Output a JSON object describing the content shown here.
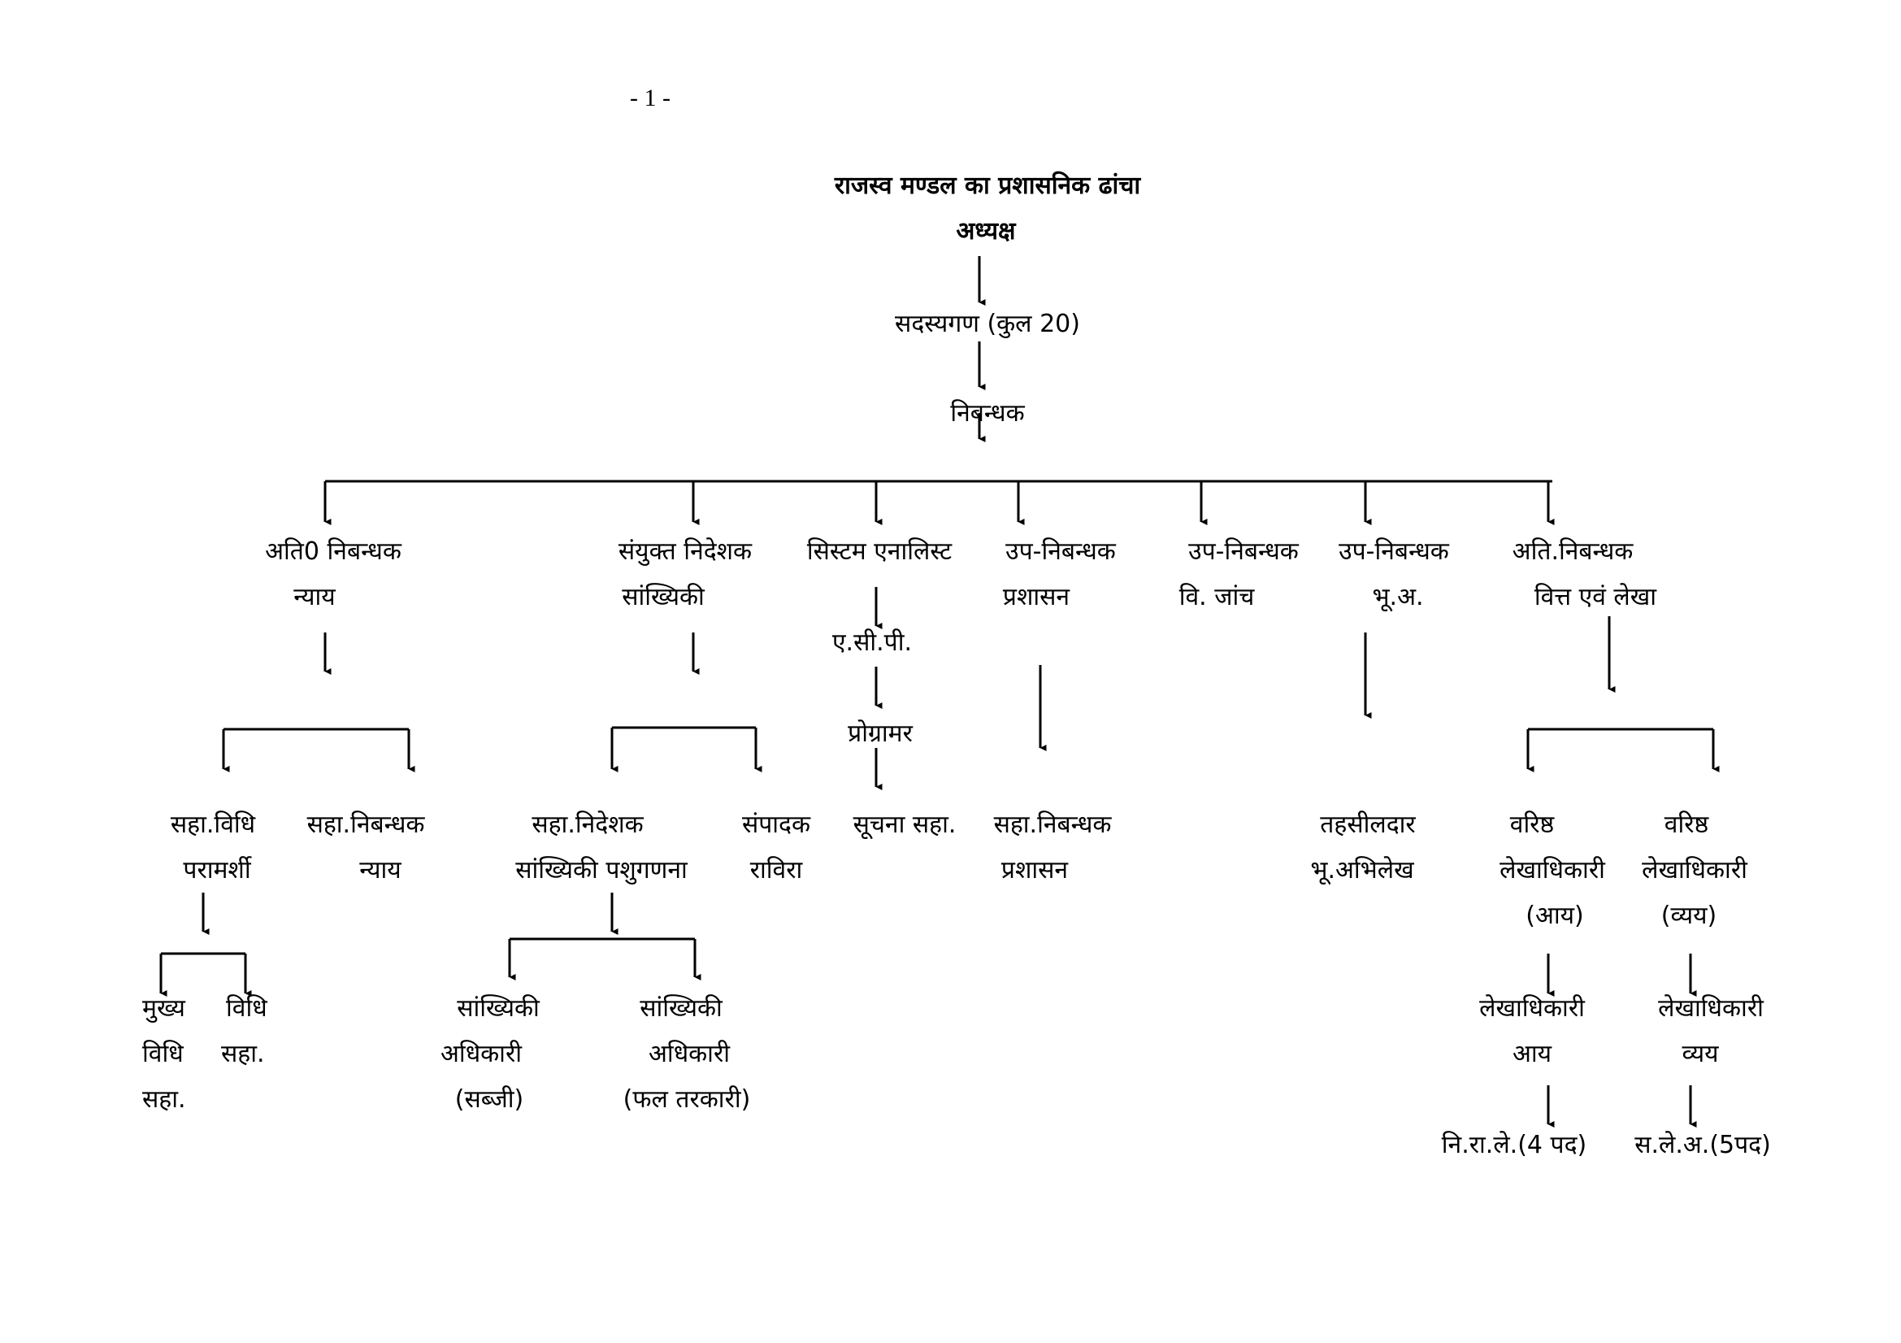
{
  "page_number": "- 1 -",
  "title": "राजस्व मण्डल का प्रशासनिक ढांचा",
  "top_nodes": {
    "chairman": "अध्यक्ष",
    "members": "सदस्यगण (कुल 20)",
    "registrar": "निबन्धक"
  },
  "branches": {
    "nyay": {
      "line1": "अति0 निबन्धक",
      "line2": "न्याय",
      "left": {
        "line1": "सहा.विधि",
        "line2": "परामर्शी"
      },
      "right": {
        "line1": "सहा.निबन्धक",
        "line2": "न्याय"
      },
      "sub_left": {
        "line1": "मुख्य",
        "line2": "विधि",
        "line3": "सहा."
      },
      "sub_right": {
        "line1": "विधि",
        "line2": "सहा."
      }
    },
    "stats": {
      "line1": "संयुक्त निदेशक",
      "line2": "सांख्यिकी",
      "left": {
        "line1": "सहा.निदेशक",
        "line2": "सांख्यिकी पशुगणना"
      },
      "right": {
        "line1": "संपादक",
        "line2": "राविरा"
      },
      "sub_left": {
        "line1": "सांख्यिकी",
        "line2": "अधिकारी",
        "line3": "(सब्जी)"
      },
      "sub_right": {
        "line1": "सांख्यिकी",
        "line2": "अधिकारी",
        "line3": "(फल तरकारी)"
      }
    },
    "system": {
      "line1": "सिस्टम एनालिस्ट",
      "acp": "ए.सी.पी.",
      "programmer": "प्रोग्रामर",
      "info": "सूचना सहा."
    },
    "admin": {
      "line1": "उप-निबन्धक",
      "line2": "प्रशासन",
      "child_line1": "सहा.निबन्धक",
      "child_line2": "प्रशासन"
    },
    "inquiry": {
      "line1": "उप-निबन्धक",
      "line2": "वि. जांच"
    },
    "land": {
      "line1": "उप-निबन्धक",
      "line2": "भू.अ.",
      "child_line1": "तहसीलदार",
      "child_line2": "भू.अभिलेख"
    },
    "finance": {
      "line1": "अति.निबन्धक",
      "line2": "वित्त एवं लेखा",
      "income": {
        "line1": "वरिष्ठ",
        "line2": "लेखाधिकारी",
        "line3": "(आय)",
        "child_line1": "लेखाधिकारी",
        "child_line2": "आय",
        "leaf": "नि.रा.ले.(4 पद)"
      },
      "expense": {
        "line1": "वरिष्ठ",
        "line2": "लेखाधिकारी",
        "line3": "(व्यय)",
        "child_line1": "लेखाधिकारी",
        "child_line2": "व्यय",
        "leaf": "स.ले.अ.(5पद)"
      }
    }
  }
}
